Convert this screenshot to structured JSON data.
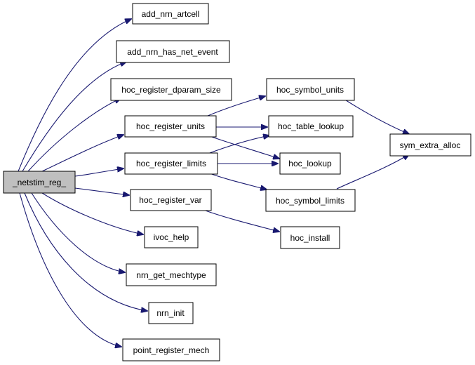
{
  "graph": {
    "edge_color": "#191970",
    "root_fill": "#bfbfbf",
    "nodes": {
      "netstim_reg": "_netstim_reg_",
      "add_nrn_artcell": "add_nrn_artcell",
      "add_nrn_has_net_event": "add_nrn_has_net_event",
      "hoc_register_dparam_size": "hoc_register_dparam_size",
      "hoc_register_units": "hoc_register_units",
      "hoc_register_limits": "hoc_register_limits",
      "hoc_register_var": "hoc_register_var",
      "ivoc_help": "ivoc_help",
      "nrn_get_mechtype": "nrn_get_mechtype",
      "nrn_init": "nrn_init",
      "point_register_mech": "point_register_mech",
      "hoc_symbol_units": "hoc_symbol_units",
      "hoc_table_lookup": "hoc_table_lookup",
      "hoc_lookup": "hoc_lookup",
      "hoc_symbol_limits": "hoc_symbol_limits",
      "hoc_install": "hoc_install",
      "sym_extra_alloc": "sym_extra_alloc"
    }
  }
}
